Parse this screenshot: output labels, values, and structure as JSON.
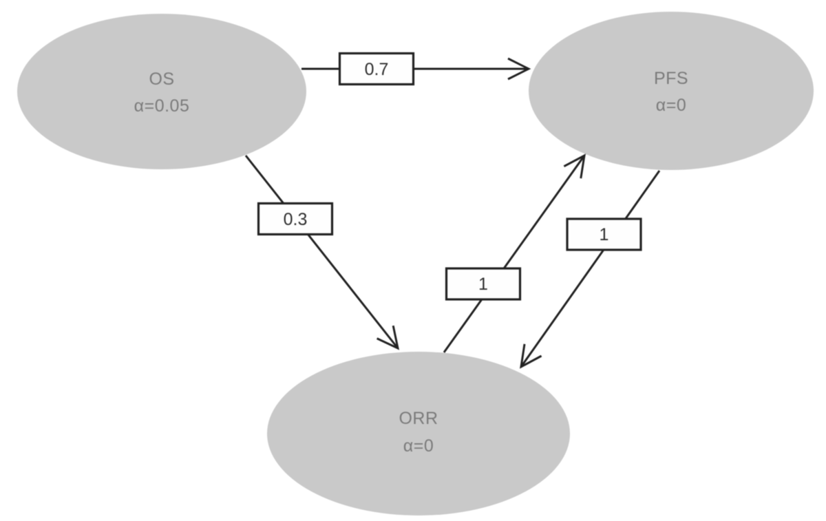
{
  "figure": {
    "background": "#ffffff",
    "node_fill": "#c9c9c9",
    "node_text_color": "#7b7b7b",
    "edge_color": "#222222",
    "label_box_fill": "#fefefe",
    "label_text_color": "#2e2e2e"
  },
  "graph": {
    "nodes": [
      {
        "id": "OS",
        "name": "OS",
        "alpha_label": "α=0.05"
      },
      {
        "id": "PFS",
        "name": "PFS",
        "alpha_label": "α=0"
      },
      {
        "id": "ORR",
        "name": "ORR",
        "alpha_label": "α=0"
      }
    ],
    "edges": [
      {
        "from": "OS",
        "to": "PFS",
        "weight": "0.7"
      },
      {
        "from": "OS",
        "to": "ORR",
        "weight": "0.3"
      },
      {
        "from": "ORR",
        "to": "PFS",
        "weight": "1"
      },
      {
        "from": "PFS",
        "to": "ORR",
        "weight": "1"
      }
    ]
  }
}
